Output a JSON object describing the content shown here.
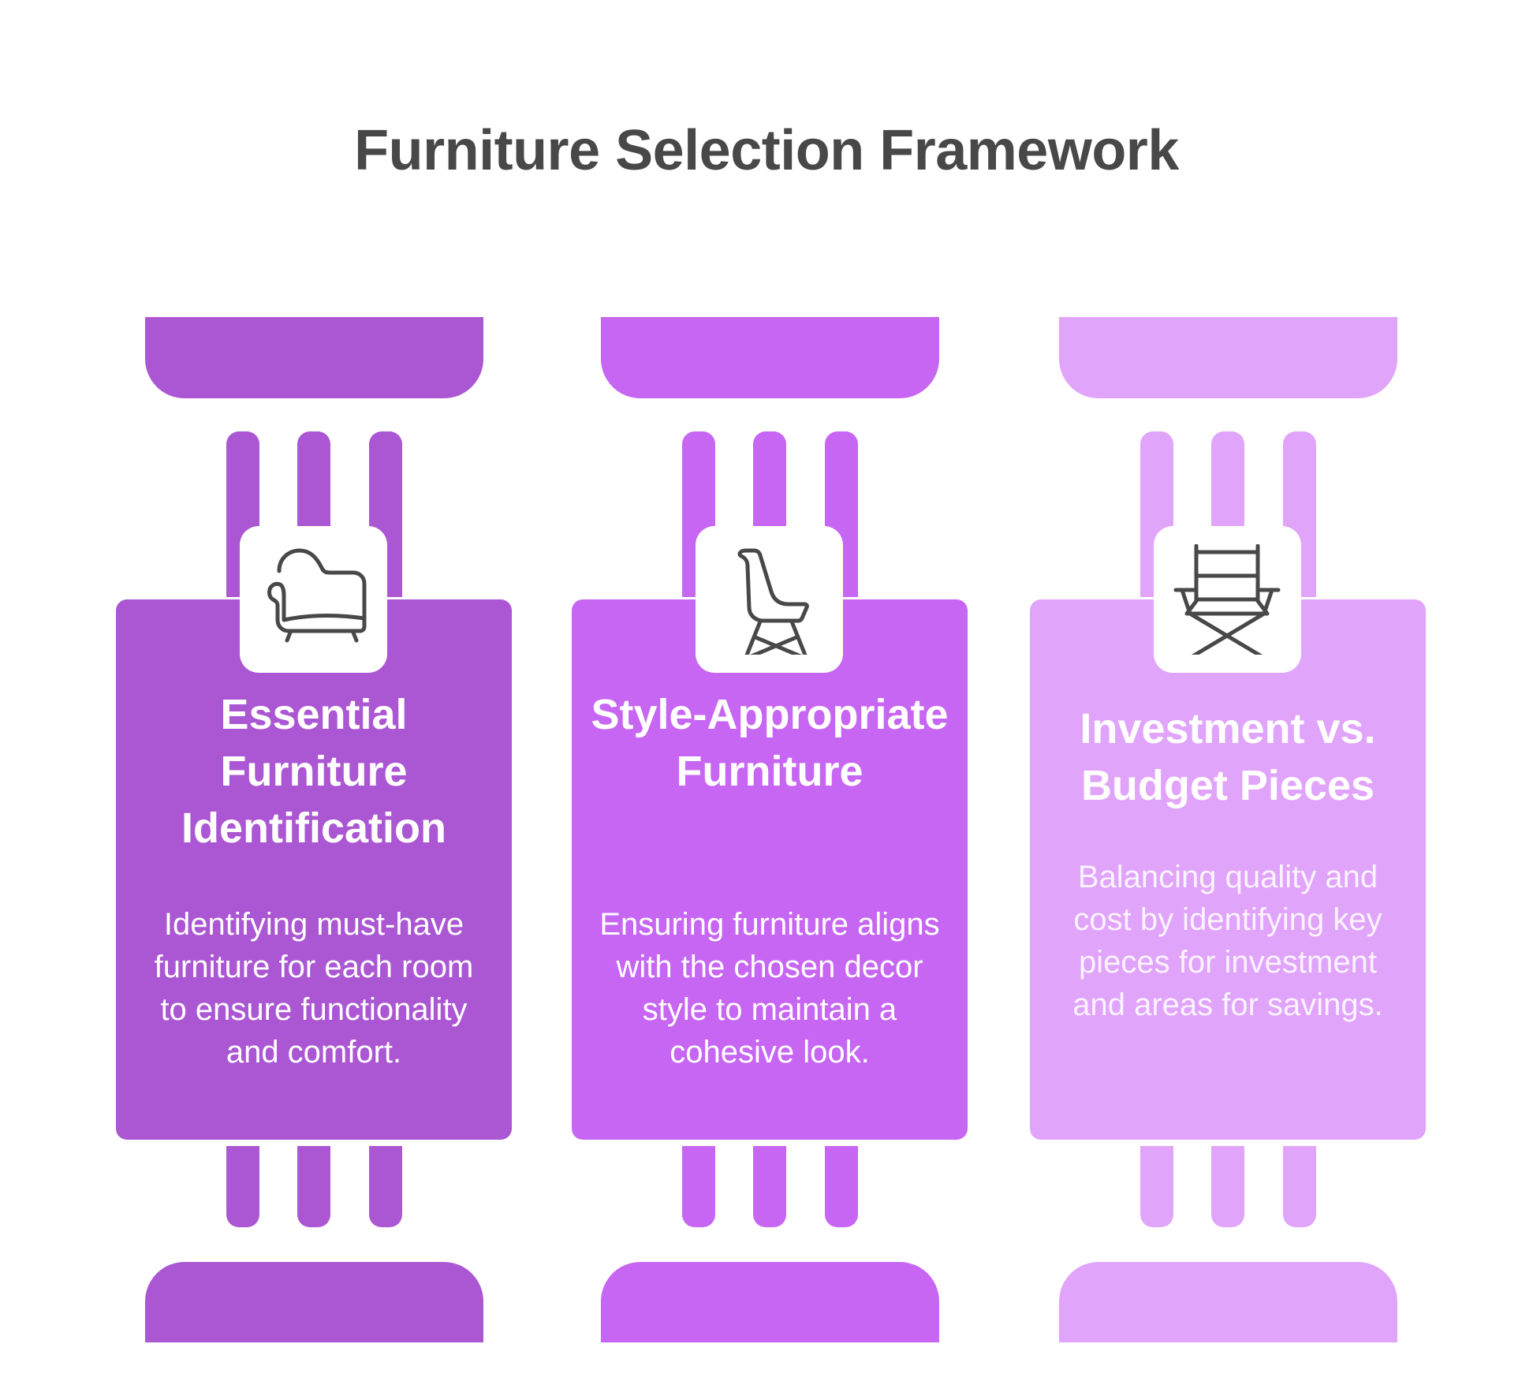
{
  "title": "Furniture Selection Framework",
  "colors": {
    "title_text": "#484848",
    "icon_stroke": "#484848",
    "column_1": "#AB57D3",
    "column_2": "#C766F2",
    "column_3": "#E1A4FB"
  },
  "columns": [
    {
      "icon": "chaise-lounge-icon",
      "title": "Essential Furniture Identification",
      "description": "Identifying must-have furniture for each room to ensure functionality and comfort."
    },
    {
      "icon": "shell-chair-icon",
      "title": "Style-Appropriate Furniture",
      "description": "Ensuring furniture aligns with the chosen decor style to maintain a cohesive look."
    },
    {
      "icon": "directors-chair-icon",
      "title": "Investment vs. Budget Pieces",
      "description": "Balancing quality and cost by identifying key pieces for investment and areas for savings."
    }
  ]
}
